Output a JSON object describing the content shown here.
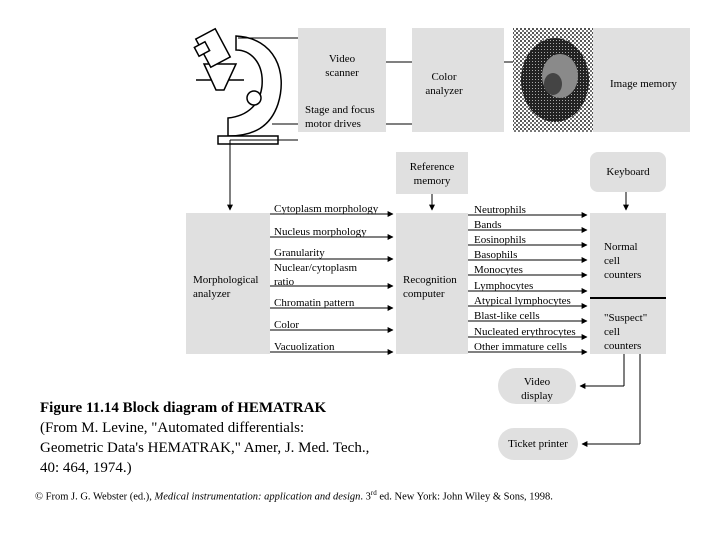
{
  "blocks": {
    "video_scanner": "Video\nscanner",
    "color_analyzer": "Color\nanalyzer",
    "image_memory": "Image memory",
    "stage_focus": "Stage and focus\nmotor drives",
    "reference_memory": "Reference\nmemory",
    "keyboard": "Keyboard",
    "morphological_analyzer": "Morphological\nanalyzer",
    "recognition_computer": "Recognition\ncomputer",
    "normal_counters": "Normal\ncell\ncounters",
    "suspect_counters": "\"Suspect\"\ncell\ncounters",
    "video_display": "Video\ndisplay",
    "ticket_printer": "Ticket printer"
  },
  "features": [
    "Cytoplasm morphology",
    "Nucleus morphology",
    "Granularity",
    "Nuclear/cytoplasm\nratio",
    "Chromatin pattern",
    "Color",
    "Vacuolization"
  ],
  "cell_types": [
    "Neutrophils",
    "Bands",
    "Eosinophils",
    "Basophils",
    "Monocytes",
    "Lymphocytes",
    "Atypical lymphocytes",
    "Blast-like cells",
    "Nucleated erythrocytes",
    "Other immature cells"
  ],
  "caption": {
    "title": "Figure 11.14 Block diagram of HEMATRAK",
    "body": "(From M. Levine, \"Automated differentials: Geometric Data's HEMATRAK,\" Amer, J. Med. Tech., 40: 464, 1974.)"
  },
  "credit": {
    "prefix": "© From J. G. Webster (ed.), ",
    "book": "Medical instrumentation: application and design",
    "edition_num": ". 3",
    "edition_sup": "rd",
    "suffix": " ed. New York: John Wiley & Sons, 1998."
  }
}
